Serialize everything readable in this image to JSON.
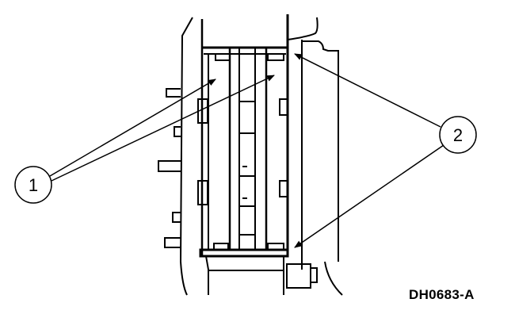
{
  "figure": {
    "id_label": "DH0683-A",
    "background": "#ffffff",
    "line_color": "#000000"
  },
  "callouts": [
    {
      "number": "1",
      "points_to": [
        "upper-left-pad-clip",
        "upper-middle-pad-clip"
      ]
    },
    {
      "number": "2",
      "points_to": [
        "upper-right-caliper-edge",
        "lower-right-caliper-edge"
      ]
    }
  ]
}
